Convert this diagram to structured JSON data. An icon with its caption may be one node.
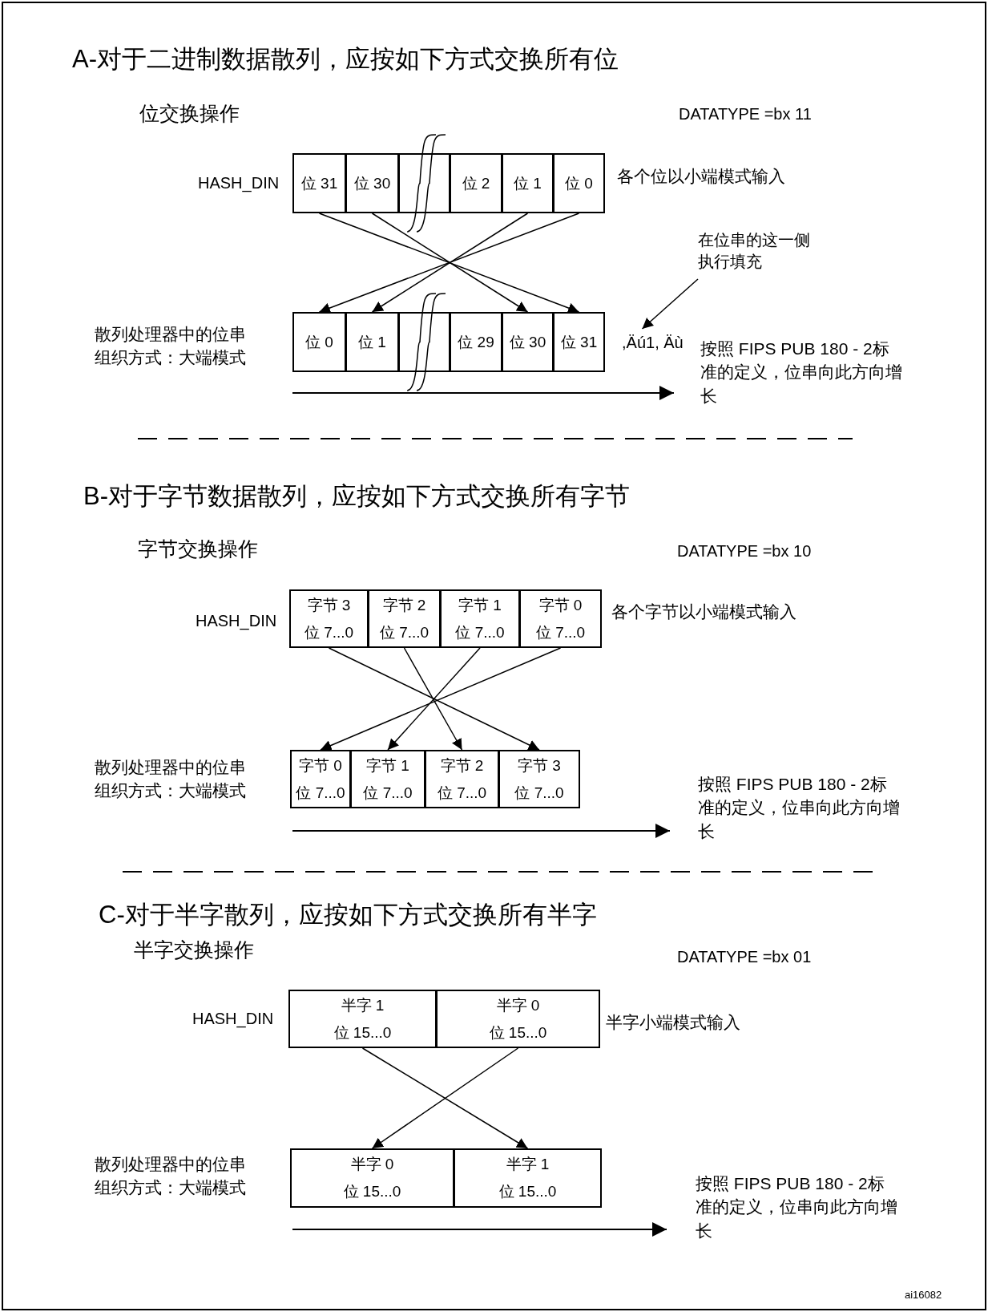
{
  "diagram": {
    "nodes": [
      {
        "text": [
          "位 31"
        ]
      },
      {
        "text": [
          "位 30"
        ]
      },
      {
        "text": [],
        "shape": "box"
      },
      {
        "text": [
          "位 2"
        ]
      },
      {
        "text": [
          "位 1"
        ]
      },
      {
        "text": [
          "位 0"
        ]
      },
      {
        "text": [
          "在位串的这一侧执行填充"
        ]
      },
      {
        "text": [
          "位 0"
        ]
      },
      {
        "text": [
          "位 1"
        ]
      },
      {
        "text": [],
        "shape": "box"
      },
      {
        "text": [
          "位 29"
        ]
      },
      {
        "text": [
          "位 30"
        ]
      },
      {
        "text": [
          "位 31"
        ]
      },
      {
        "text": [
          ",Äú1, Äù"
        ]
      },
      {
        "text": [
          "字节 3",
          "位 7...0"
        ]
      },
      {
        "text": [
          "字节 2",
          "位 7...0"
        ]
      },
      {
        "text": [
          "字节 1",
          "位 7...0"
        ]
      },
      {
        "text": [
          "字节 0",
          "位 7...0"
        ]
      },
      {
        "text": [
          "字节 0",
          "位 7...0"
        ]
      },
      {
        "text": [
          "字节 1",
          "位 7...0"
        ]
      },
      {
        "text": [
          "字节 2",
          "位 7...0"
        ]
      },
      {
        "text": [
          "字节 3",
          "位 7...0"
        ]
      },
      {
        "text": [
          "半字 1",
          "位 15...0"
        ]
      },
      {
        "text": [
          "半字 0",
          "位 15...0"
        ]
      },
      {
        "text": [
          "半字 0",
          "位 15...0"
        ]
      },
      {
        "text": [
          "半字 1",
          "位 15...0"
        ]
      }
    ],
    "edges": [
      {
        "from": 0,
        "to": 12,
        "arrow": "to"
      },
      {
        "from": 1,
        "to": 11,
        "arrow": "to"
      },
      {
        "from": 4,
        "to": 8,
        "arrow": "to"
      },
      {
        "from": 5,
        "to": 7,
        "arrow": "to"
      },
      {
        "from": 6,
        "to": 13,
        "arrow": "to"
      },
      {
        "from": 14,
        "to": 21,
        "arrow": "to"
      },
      {
        "from": 15,
        "to": 20,
        "arrow": "to"
      },
      {
        "from": 16,
        "to": 19,
        "arrow": "to"
      },
      {
        "from": 17,
        "to": 18,
        "arrow": "to"
      },
      {
        "from": 22,
        "to": 25,
        "arrow": "to"
      },
      {
        "from": 23,
        "to": 24,
        "arrow": "to"
      }
    ],
    "labels": [
      "A-对于二进制数据散列，应按如下方式交换所有位",
      "位交换操作",
      "DATATYPE =bx 11",
      "HASH_DIN",
      "各个位以小端模式输入",
      "散列处理器中的位串组织方式：大端模式",
      "按照 FIPS PUB 180 - 2标准的定义，位串向此方向增长",
      "B-对于字节数据散列，应按如下方式交换所有字节",
      "字节交换操作",
      "DATATYPE =bx 10",
      "HASH_DIN",
      "各个字节以小端模式输入",
      "散列处理器中的位串组织方式：大端模式",
      "按照 FIPS PUB 180 - 2标准的定义，位串向此方向增长",
      "C-对于半字散列，应按如下方式交换所有半字",
      "半字交换操作",
      "DATATYPE =bx 01",
      "HASH_DIN",
      "半字小端模式输入",
      "散列处理器中的位串组织方式：大端模式",
      "按照 FIPS PUB 180 - 2标准的定义，位串向此方向增长",
      "ai16082"
    ]
  }
}
